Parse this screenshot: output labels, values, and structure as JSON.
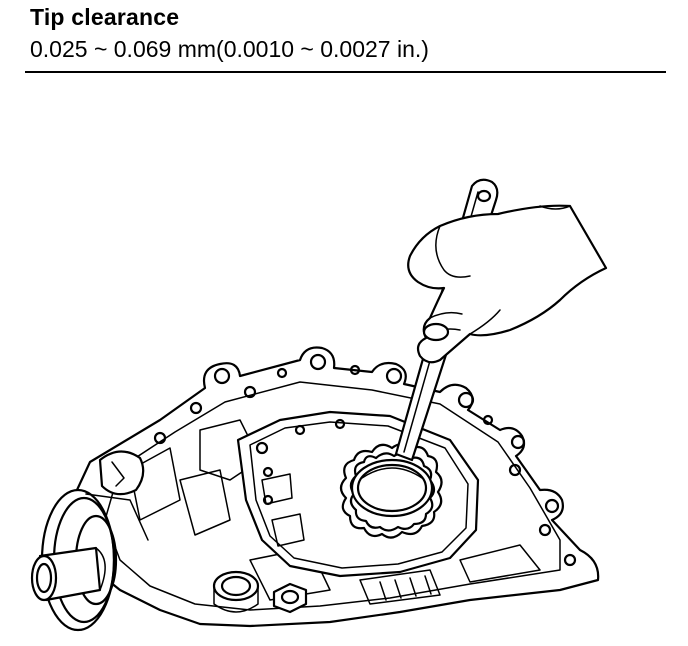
{
  "spec": {
    "title": "Tip clearance",
    "value": "0.025 ~ 0.069 mm(0.0010 ~ 0.0027 in.)"
  },
  "illustration": {
    "subject": "oil-pump-body-with-feeler-gauge"
  }
}
